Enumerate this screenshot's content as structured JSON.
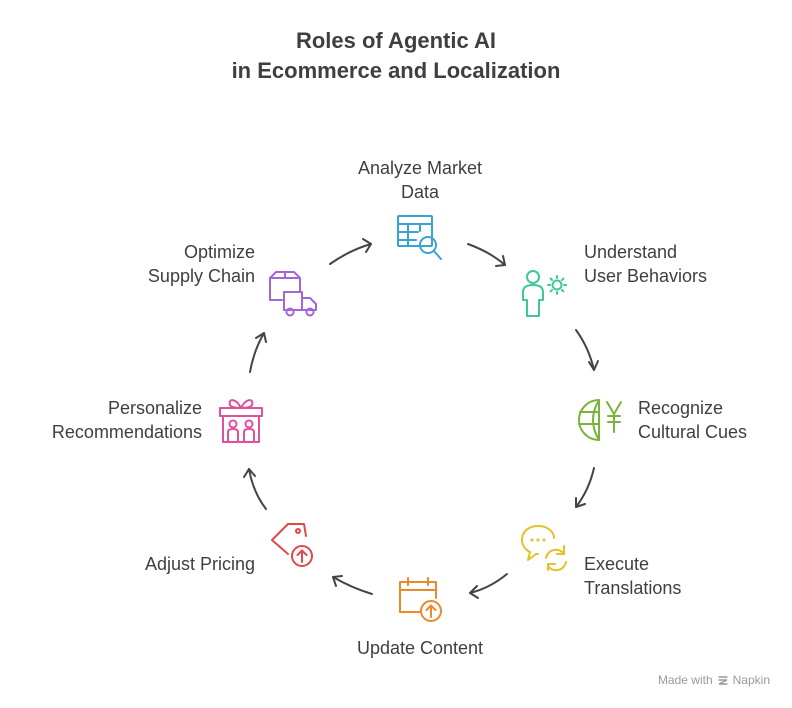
{
  "title": {
    "line1": "Roles of Agentic AI",
    "line2": "in Ecommerce and Localization"
  },
  "nodes": [
    {
      "line1": "Analyze Market",
      "line2": "Data",
      "icon": "table-search-icon",
      "color": "#3aa3d6"
    },
    {
      "line1": "Understand",
      "line2": "User Behaviors",
      "icon": "user-gear-icon",
      "color": "#3cc89a"
    },
    {
      "line1": "Recognize",
      "line2": "Cultural Cues",
      "icon": "globe-yen-icon",
      "color": "#7ab33a"
    },
    {
      "line1": "Execute",
      "line2": "Translations",
      "icon": "chat-refresh-icon",
      "color": "#e2c12a"
    },
    {
      "line1": "Update Content",
      "line2": "",
      "icon": "calendar-upload-icon",
      "color": "#ea8a2b"
    },
    {
      "line1": "Adjust Pricing",
      "line2": "",
      "icon": "price-tag-up-icon",
      "color": "#e0484b"
    },
    {
      "line1": "Personalize",
      "line2": "Recommendations",
      "icon": "gift-people-icon",
      "color": "#e0509c"
    },
    {
      "line1": "Optimize",
      "line2": "Supply Chain",
      "icon": "box-truck-icon",
      "color": "#a565d8"
    }
  ],
  "credit": {
    "made_with": "Made with",
    "brand": "Napkin"
  }
}
